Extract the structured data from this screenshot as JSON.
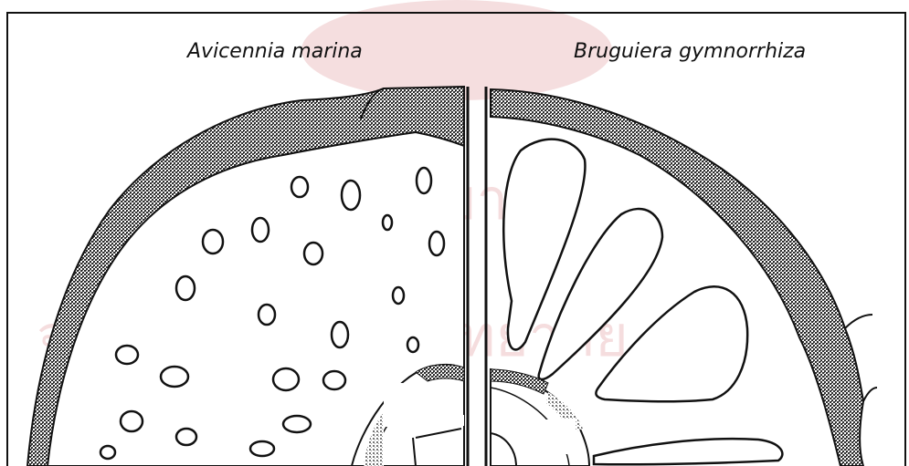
{
  "figure": {
    "left_species": "Avicennia marina",
    "right_species": "Bruguiera gymnorrhiza"
  },
  "watermark": {
    "line1": "ศูนย์วิทยทรัพยากร",
    "line2": "จุฬาลงกรณ์มหาวิทยาลัย",
    "color": "#c9484f"
  },
  "colors": {
    "ink": "#111111",
    "stipple_dark": "#3a3a3a",
    "stipple_light": "#9a9a9a",
    "paper": "#ffffff"
  }
}
